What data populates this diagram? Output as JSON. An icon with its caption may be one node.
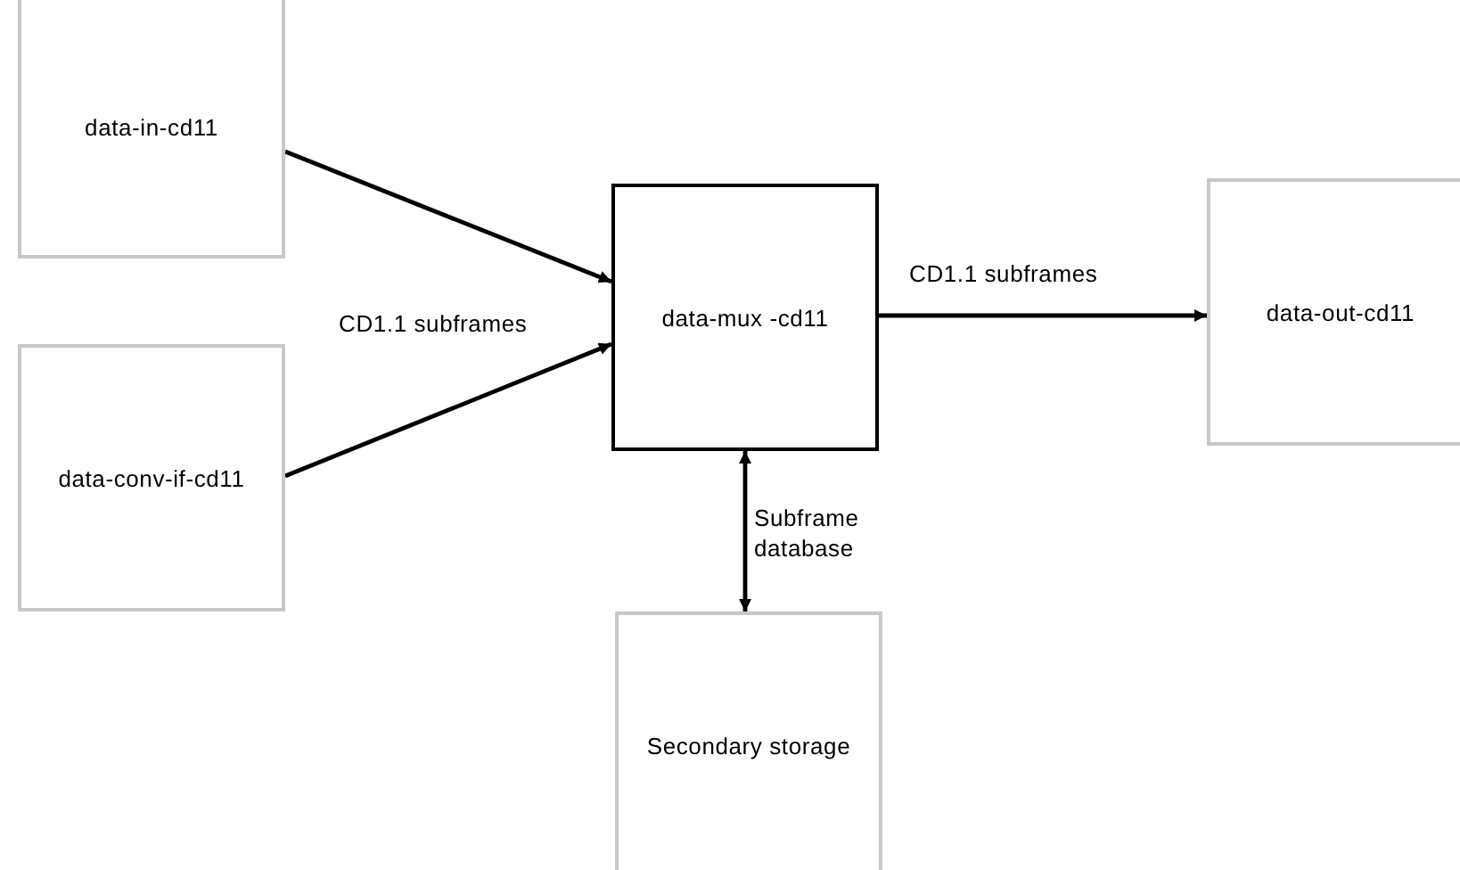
{
  "diagram": {
    "nodes": [
      {
        "text": [
          "data-in-cd11"
        ]
      },
      {
        "text": [
          "data-conv-if-cd11"
        ]
      },
      {
        "text": [
          "data-mux -cd11"
        ]
      },
      {
        "text": [
          "data-out-cd11"
        ]
      },
      {
        "text": [
          "Secondary storage"
        ]
      }
    ],
    "edges": [
      {
        "from": 0,
        "to": 2,
        "arrow": "to"
      },
      {
        "from": 1,
        "to": 2,
        "arrow": "to",
        "label": "CD1.1 subframes"
      },
      {
        "from": 2,
        "to": 3,
        "arrow": "to",
        "label": "CD1.1 subframes"
      },
      {
        "from": 2,
        "to": 4,
        "arrow": "both",
        "label": "Subframe database"
      }
    ]
  }
}
